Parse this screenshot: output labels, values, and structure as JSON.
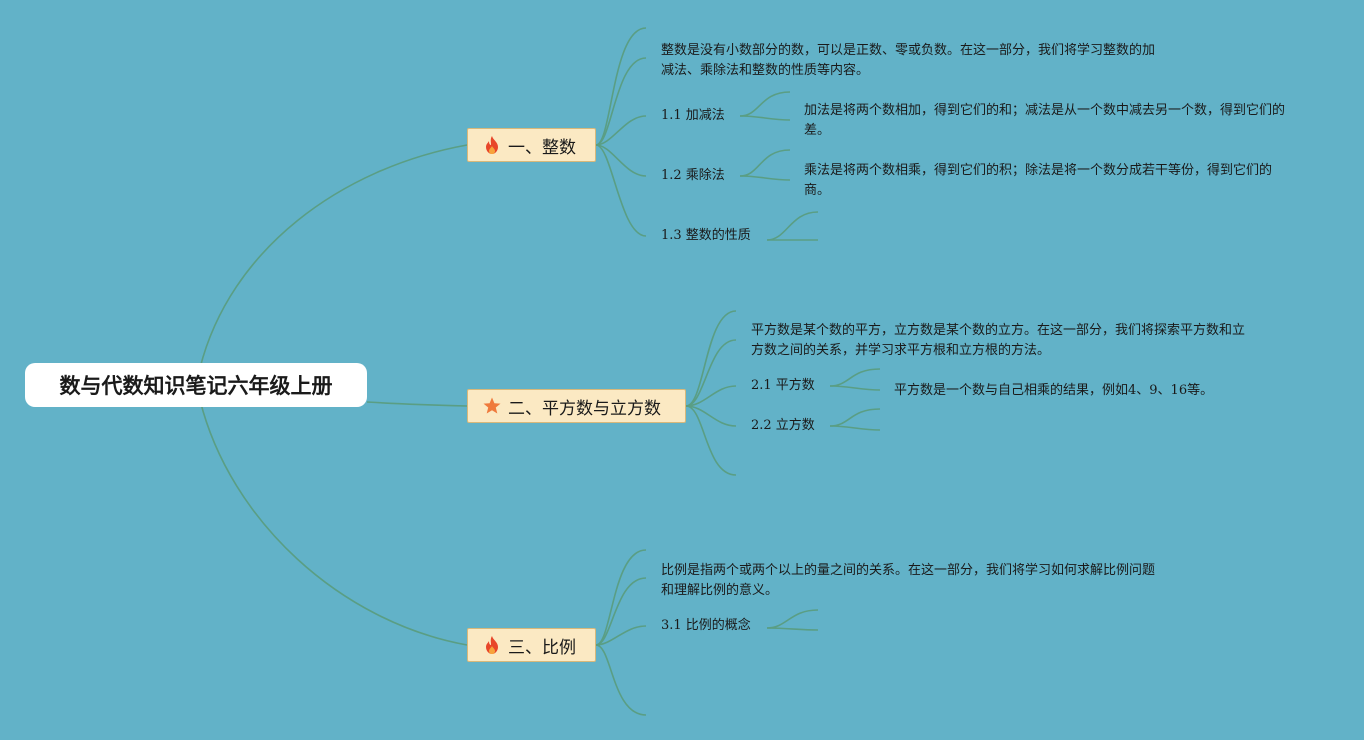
{
  "root": {
    "title": "数与代数知识笔记六年级上册"
  },
  "branches": [
    {
      "label": "一、整数",
      "icon": "fire-icon",
      "desc": "整数是没有小数部分的数，可以是正数、零或负数。在这一部分，我们将学习整数的加减法、乘除法和整数的性质等内容。",
      "subs": [
        {
          "label": "1.1 加减法",
          "detail": "加法是将两个数相加，得到它们的和；减法是从一个数中减去另一个数，得到它们的差。"
        },
        {
          "label": "1.2 乘除法",
          "detail": "乘法是将两个数相乘，得到它们的积；除法是将一个数分成若干等份，得到它们的商。"
        },
        {
          "label": "1.3 整数的性质",
          "detail": ""
        }
      ]
    },
    {
      "label": "二、平方数与立方数",
      "icon": "star-icon",
      "desc": "平方数是某个数的平方，立方数是某个数的立方。在这一部分，我们将探索平方数和立方数之间的关系，并学习求平方根和立方根的方法。",
      "subs": [
        {
          "label": "2.1 平方数",
          "detail": "平方数是一个数与自己相乘的结果，例如4、9、16等。"
        },
        {
          "label": "2.2 立方数",
          "detail": ""
        }
      ]
    },
    {
      "label": "三、比例",
      "icon": "fire-icon",
      "desc": "比例是指两个或两个以上的量之间的关系。在这一部分，我们将学习如何求解比例问题和理解比例的意义。",
      "subs": [
        {
          "label": "3.1 比例的概念",
          "detail": ""
        }
      ]
    }
  ],
  "colors": {
    "background": "#62b2c8",
    "connector": "#5a9e84",
    "topic_fill": "#fbe9c3",
    "fire": "#e8472a",
    "star": "#ef7a3c"
  }
}
